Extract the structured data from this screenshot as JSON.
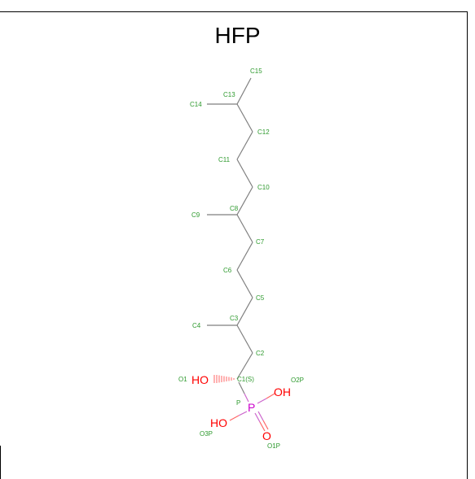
{
  "title": "HFP",
  "colors": {
    "carbon": "#2e9a2e",
    "oxygen": "#ff0000",
    "phosphorus": "#cc00cc",
    "bond": "#7f7f7f",
    "frame": "#000000"
  },
  "atoms": {
    "C15": "C15",
    "C13": "C13",
    "C14": "C14",
    "C12": "C12",
    "C11": "C11",
    "C10": "C10",
    "C8": "C8",
    "C9": "C9",
    "C7": "C7",
    "C6": "C6",
    "C5": "C5",
    "C3": "C3",
    "C4": "C4",
    "C2": "C2",
    "C1": "C1(S)",
    "O1": "O1",
    "O2P": "O2P",
    "O3P": "O3P",
    "O1P": "O1P",
    "P_small": "P"
  },
  "groups": {
    "ho_left": "HO",
    "oh_right": "OH",
    "ho_bottom": "HO",
    "p_atom": "P",
    "o_double": "O"
  }
}
